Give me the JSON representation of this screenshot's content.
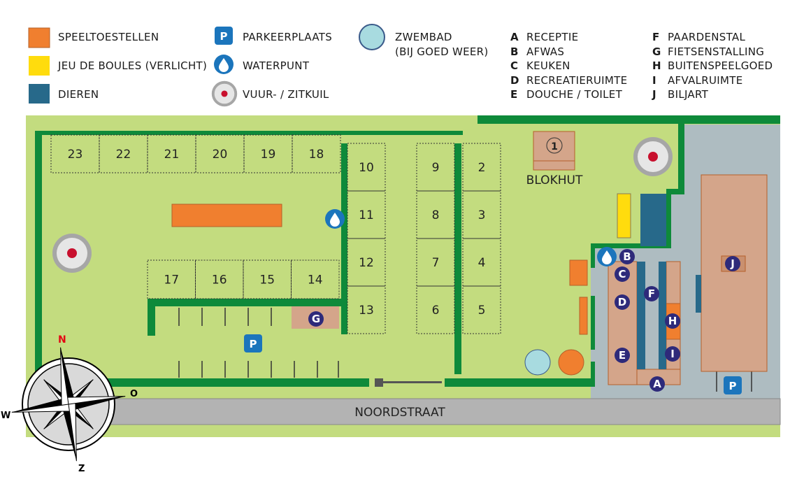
{
  "legend": {
    "symbols": [
      {
        "label": "SPEELTOESTELLEN",
        "color": "#f07f2f"
      },
      {
        "label": "JEU DE BOULES (VERLICHT)",
        "color": "#ffdc0d"
      },
      {
        "label": "DIEREN",
        "color": "#27698a"
      },
      {
        "label": "PARKEERPLAATS",
        "icon": "P"
      },
      {
        "label": "WATERPUNT"
      },
      {
        "label": "VUUR- / ZITKUIL"
      },
      {
        "label": "ZWEMBAD",
        "label2": "(BIJ GOED WEER)"
      }
    ],
    "keys": [
      {
        "k": "A",
        "v": "RECEPTIE"
      },
      {
        "k": "B",
        "v": "AFWAS"
      },
      {
        "k": "C",
        "v": "KEUKEN"
      },
      {
        "k": "D",
        "v": "RECREATIERUIMTE"
      },
      {
        "k": "E",
        "v": "DOUCHE / TOILET"
      },
      {
        "k": "F",
        "v": "PAARDENSTAL"
      },
      {
        "k": "G",
        "v": "FIETSENSTALLING"
      },
      {
        "k": "H",
        "v": "BUITENSPEELGOED"
      },
      {
        "k": "I",
        "v": "AFVALRUIMTE"
      },
      {
        "k": "J",
        "v": "BILJART"
      }
    ]
  },
  "map": {
    "plots": [
      "23",
      "22",
      "21",
      "20",
      "19",
      "18",
      "10",
      "11",
      "12",
      "13",
      "9",
      "8",
      "7",
      "6",
      "2",
      "3",
      "4",
      "5",
      "17",
      "16",
      "15",
      "14"
    ],
    "blokhut": {
      "label": "BLOKHUT",
      "number": "1"
    },
    "street": "NOORDSTRAAT",
    "parking": "P",
    "compass": {
      "n": "N",
      "o": "O",
      "z": "Z",
      "w": "W"
    }
  }
}
